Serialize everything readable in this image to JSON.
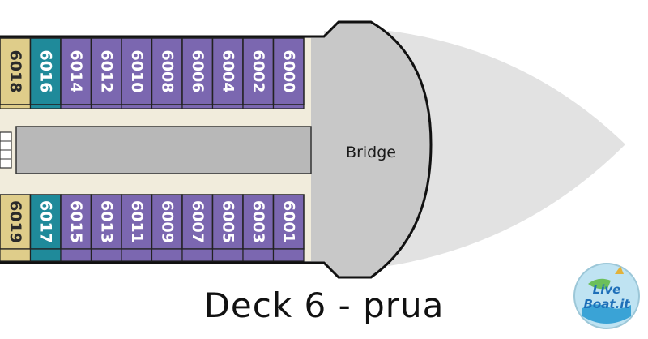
{
  "caption": "Deck 6 - prua",
  "bridge_label": "Bridge",
  "cabins_top": [
    "6018",
    "6016",
    "6014",
    "6012",
    "6010",
    "6008",
    "6006",
    "6004",
    "6002",
    "6000"
  ],
  "cabins_bottom": [
    "6019",
    "6017",
    "6015",
    "6013",
    "6011",
    "6009",
    "6007",
    "6005",
    "6003",
    "6001"
  ],
  "cabin_types": [
    "tan",
    "teal",
    "purple",
    "purple",
    "purple",
    "purple",
    "purple",
    "purple",
    "purple",
    "purple"
  ],
  "logo": {
    "line1": "Live",
    "line2": "Boat.it"
  },
  "colors": {
    "purple": "#7b67b0",
    "teal": "#1f8a9a",
    "tan": "#dfcd8a",
    "corridor": "#f1ecdc",
    "center": "#b8b8b8",
    "bridge": "#c8c8c8",
    "bow_shadow": "#e2e2e2",
    "label": "#ffffff",
    "label_dark": "#2a2a2a"
  }
}
